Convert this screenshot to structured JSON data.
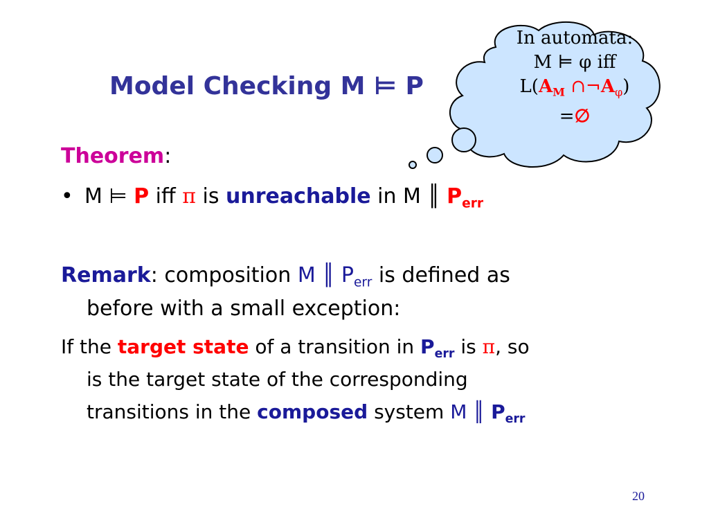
{
  "slide": {
    "title_prefix": "Model Checking M",
    "title_models": "⊨",
    "title_prop": "P",
    "theorem": {
      "heading": "Theorem",
      "colon": ":",
      "bullet": "•",
      "b1_M": "M",
      "b1_models": "⊨",
      "b1_P": "P",
      "b1_iff": "iff",
      "b1_pi": "π",
      "b1_is": "is",
      "b1_unreachable": "unreachable",
      "b1_in_M": "in M",
      "b1_par": "║",
      "b1_Perr_P": "P",
      "b1_Perr_sub": "err"
    },
    "remark": {
      "heading": "Remark",
      "colon": ":",
      "composition": "composition",
      "M": "M",
      "par": "║",
      "P": "P",
      "P_sub": "err",
      "rest_line1": "is defined as",
      "line2": "before with a small exception:"
    },
    "ifpara": {
      "if_the": "If the",
      "target_state": "target state",
      "of_a_transition_in": "of a transition in",
      "P": "P",
      "P_sub": "err",
      "is": "is",
      "pi": "π",
      "so": ", so",
      "line2": "is the target state of the corresponding",
      "line3_pre": "transitions in the",
      "composed": "composed",
      "system": "system",
      "M": "M",
      "par": "║",
      "P2": "P",
      "P2_sub": "err"
    },
    "cloud": {
      "line1": "In automata:",
      "line2": "M ⊨ φ iff",
      "l3_open": "L(",
      "l3_AM": "A",
      "l3_AM_sub": "M",
      "l3_cap": "∩¬",
      "l3_Aphi": "A",
      "l3_Aphi_sub": "φ",
      "l3_close": ")",
      "l4_eq": "=",
      "l4_empty": "∅"
    },
    "page_number": "20"
  },
  "colors": {
    "title": "#333399",
    "magenta": "#cc0099",
    "blue": "#1a1a99",
    "red": "#ff0000",
    "cloud_fill": "#cce5ff"
  }
}
